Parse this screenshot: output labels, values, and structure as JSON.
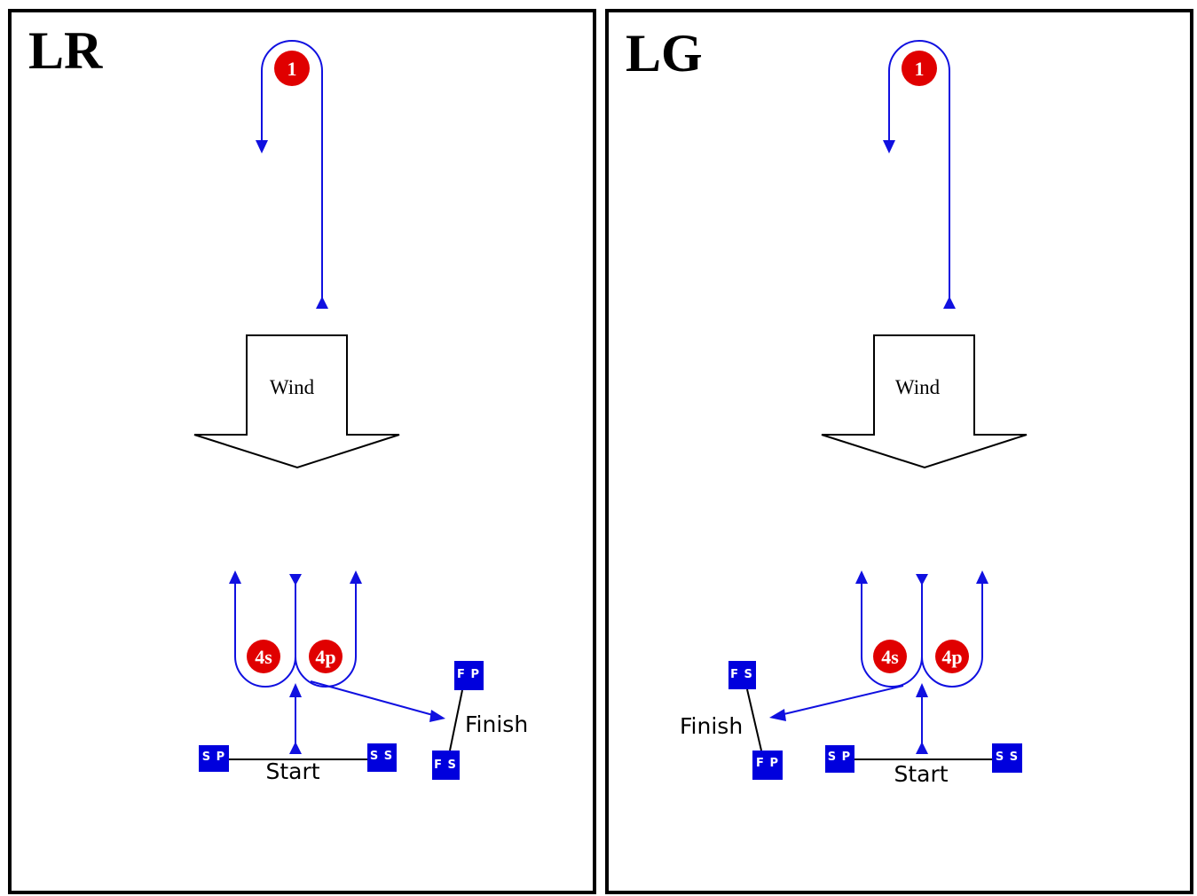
{
  "colors": {
    "route": "#1010e0",
    "mark": "#e00000",
    "box": "#0000dd",
    "frame": "#000000"
  },
  "panels": [
    {
      "title": "LR",
      "wind_label": "Wind",
      "mark_1": "1",
      "mark_4s": "4s",
      "mark_4p": "4p",
      "start_label": "Start",
      "finish_label": "Finish",
      "box_sp": "S P",
      "box_ss": "S S",
      "box_fp": "F P",
      "box_fs": "F S"
    },
    {
      "title": "LG",
      "wind_label": "Wind",
      "mark_1": "1",
      "mark_4s": "4s",
      "mark_4p": "4p",
      "start_label": "Start",
      "finish_label": "Finish",
      "box_sp": "S P",
      "box_ss": "S S",
      "box_fp": "F P",
      "box_fs": "F S"
    }
  ]
}
